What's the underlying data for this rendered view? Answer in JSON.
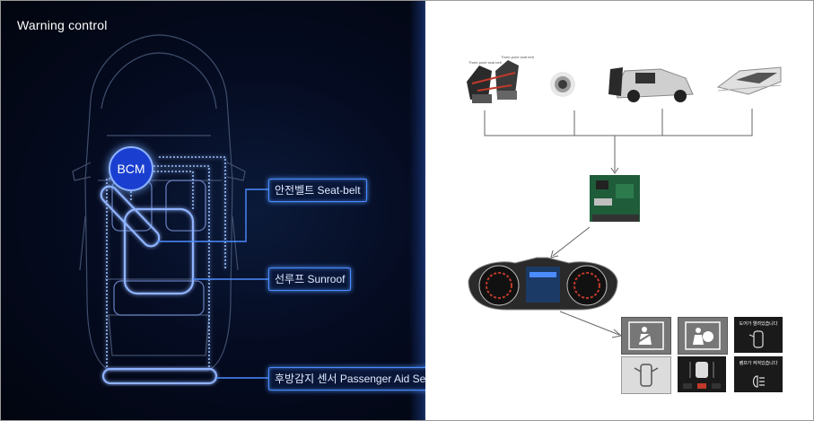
{
  "title": "Warning control",
  "bcm_label": "BCM",
  "labels": {
    "seatbelt": "안전벨트 Seat-belt",
    "sunroof": "선루프 Sunroof",
    "passenger": "후방감지 센서 Passenger  Aid  Senso"
  },
  "seat_diagram": {
    "callout_1": "Three-point seat belt",
    "callout_2": "Three-point seat belt"
  },
  "tile_texts": {
    "door_text": "도어가 열려있습니다",
    "lamp_text": "램프가 켜져있습니다"
  },
  "colors": {
    "accent": "#4b8cff",
    "bcm": "#1a3fd0",
    "bg_dark": "#02050f"
  }
}
